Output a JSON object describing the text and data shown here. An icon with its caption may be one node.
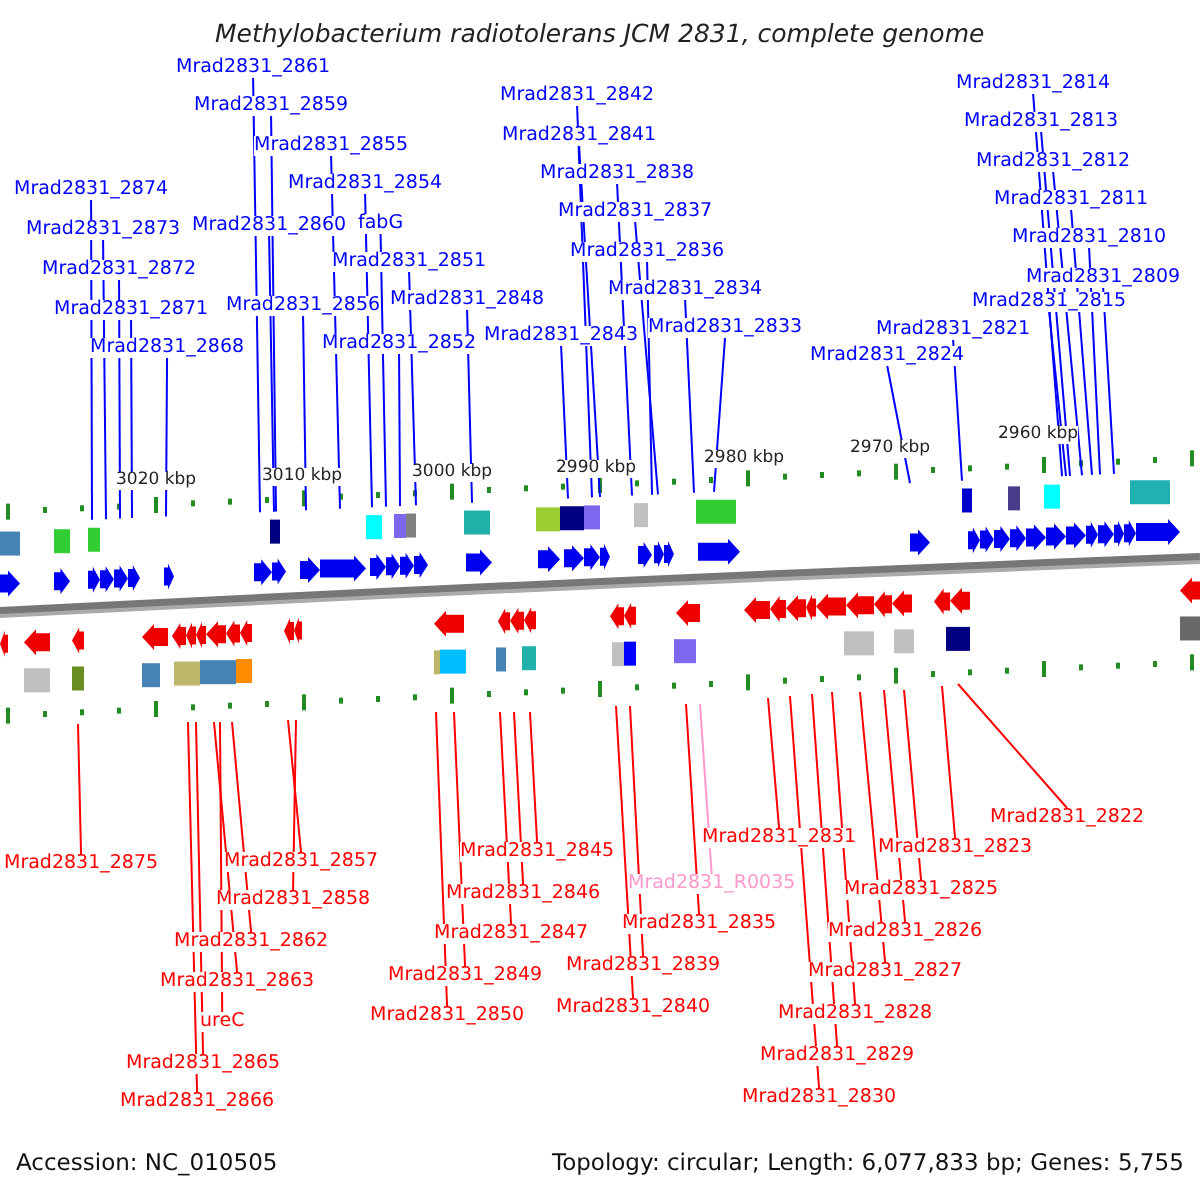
{
  "diagram": {
    "title": "Methylobacterium radiotolerans JCM 2831, complete genome",
    "nodes": [
      {
        "text": [
          "Mrad2831_2861"
        ]
      },
      {
        "text": [
          "Mrad2831_2814"
        ]
      },
      {
        "text": [
          "Mrad2831_2842"
        ]
      },
      {
        "text": [
          "Mrad2831_2859"
        ]
      },
      {
        "text": [
          "Mrad2831_2813"
        ]
      },
      {
        "text": [
          "Mrad2831_2841"
        ]
      },
      {
        "text": [
          "Mrad2831_2855"
        ]
      },
      {
        "text": [
          "Mrad2831_2812"
        ]
      },
      {
        "text": [
          "Mrad2831_2838"
        ]
      },
      {
        "text": [
          "Mrad2831_2874"
        ]
      },
      {
        "text": [
          "Mrad2831_2854"
        ]
      },
      {
        "text": [
          "Mrad2831_2811"
        ]
      },
      {
        "text": [
          "Mrad2831_2837"
        ]
      },
      {
        "text": [
          "Mrad2831_2860"
        ]
      },
      {
        "text": [
          "fabG"
        ]
      },
      {
        "text": [
          "Mrad2831_2873"
        ]
      },
      {
        "text": [
          "Mrad2831_2810"
        ]
      },
      {
        "text": [
          "Mrad2831_2836"
        ]
      },
      {
        "text": [
          "Mrad2831_2872"
        ]
      },
      {
        "text": [
          "Mrad2831_2851"
        ]
      },
      {
        "text": [
          "Mrad2831_2809"
        ]
      },
      {
        "text": [
          "Mrad2831_2834"
        ]
      },
      {
        "text": [
          "Mrad2831_2815"
        ]
      },
      {
        "text": [
          "Mrad2831_2856"
        ]
      },
      {
        "text": [
          "Mrad2831_2848"
        ]
      },
      {
        "text": [
          "Mrad2831_2871"
        ]
      },
      {
        "text": [
          "Mrad2831_2833"
        ]
      },
      {
        "text": [
          "Mrad2831_2821"
        ]
      },
      {
        "text": [
          "Mrad2831_2843"
        ]
      },
      {
        "text": [
          "Mrad2831_2852"
        ]
      },
      {
        "text": [
          "Mrad2831_2868"
        ]
      },
      {
        "text": [
          "Mrad2831_2824"
        ]
      },
      {
        "text": [
          "Mrad2831_2822"
        ]
      },
      {
        "text": [
          "Mrad2831_2831"
        ]
      },
      {
        "text": [
          "Mrad2831_2823"
        ]
      },
      {
        "text": [
          "Mrad2831_2845"
        ]
      },
      {
        "text": [
          "Mrad2831_2857"
        ]
      },
      {
        "text": [
          "Mrad2831_2875"
        ]
      },
      {
        "text": [
          "Mrad2831_R0035"
        ]
      },
      {
        "text": [
          "Mrad2831_2825"
        ]
      },
      {
        "text": [
          "Mrad2831_2846"
        ]
      },
      {
        "text": [
          "Mrad2831_2858"
        ]
      },
      {
        "text": [
          "Mrad2831_2835"
        ]
      },
      {
        "text": [
          "Mrad2831_2826"
        ]
      },
      {
        "text": [
          "Mrad2831_2847"
        ]
      },
      {
        "text": [
          "Mrad2831_2862"
        ]
      },
      {
        "text": [
          "Mrad2831_2839"
        ]
      },
      {
        "text": [
          "Mrad2831_2827"
        ]
      },
      {
        "text": [
          "Mrad2831_2849"
        ]
      },
      {
        "text": [
          "Mrad2831_2863"
        ]
      },
      {
        "text": [
          "Mrad2831_2840"
        ]
      },
      {
        "text": [
          "Mrad2831_2828"
        ]
      },
      {
        "text": [
          "Mrad2831_2850"
        ]
      },
      {
        "text": [
          "ureC"
        ]
      },
      {
        "text": [
          "Mrad2831_2829"
        ]
      },
      {
        "text": [
          "Mrad2831_2865"
        ]
      },
      {
        "text": [
          "Mrad2831_2830"
        ]
      },
      {
        "text": [
          "Mrad2831_2866"
        ]
      }
    ],
    "edges": [
      {
        "from": 0,
        "to": null,
        "arrow": "none"
      },
      {
        "from": 1,
        "to": null,
        "arrow": "none"
      },
      {
        "from": 2,
        "to": null,
        "arrow": "none"
      },
      {
        "from": 3,
        "to": null,
        "arrow": "none"
      },
      {
        "from": 4,
        "to": null,
        "arrow": "none"
      },
      {
        "from": 5,
        "to": null,
        "arrow": "none"
      },
      {
        "from": 6,
        "to": null,
        "arrow": "none"
      },
      {
        "from": 7,
        "to": null,
        "arrow": "none"
      },
      {
        "from": 8,
        "to": null,
        "arrow": "none"
      },
      {
        "from": 9,
        "to": null,
        "arrow": "none"
      },
      {
        "from": 10,
        "to": null,
        "arrow": "none"
      },
      {
        "from": 11,
        "to": null,
        "arrow": "none"
      },
      {
        "from": 12,
        "to": null,
        "arrow": "none"
      },
      {
        "from": 13,
        "to": null,
        "arrow": "none"
      },
      {
        "from": 14,
        "to": null,
        "arrow": "none"
      },
      {
        "from": 15,
        "to": null,
        "arrow": "none"
      },
      {
        "from": 16,
        "to": null,
        "arrow": "none"
      },
      {
        "from": 17,
        "to": null,
        "arrow": "none"
      },
      {
        "from": 18,
        "to": null,
        "arrow": "none"
      },
      {
        "from": 19,
        "to": null,
        "arrow": "none"
      },
      {
        "from": 20,
        "to": null,
        "arrow": "none"
      },
      {
        "from": 21,
        "to": null,
        "arrow": "none"
      },
      {
        "from": 22,
        "to": null,
        "arrow": "none"
      },
      {
        "from": 23,
        "to": null,
        "arrow": "none"
      },
      {
        "from": 24,
        "to": null,
        "arrow": "none"
      },
      {
        "from": 25,
        "to": null,
        "arrow": "none"
      },
      {
        "from": 26,
        "to": null,
        "arrow": "none"
      },
      {
        "from": 27,
        "to": null,
        "arrow": "none"
      },
      {
        "from": 28,
        "to": null,
        "arrow": "none"
      },
      {
        "from": 29,
        "to": null,
        "arrow": "none"
      },
      {
        "from": 30,
        "to": null,
        "arrow": "none"
      },
      {
        "from": 31,
        "to": null,
        "arrow": "none"
      },
      {
        "from": 32,
        "to": null,
        "arrow": "none",
        "color": "#ff0000"
      },
      {
        "from": 33,
        "to": null,
        "arrow": "none",
        "color": "#ff0000"
      },
      {
        "from": 34,
        "to": null,
        "arrow": "none",
        "color": "#ff0000"
      },
      {
        "from": 35,
        "to": null,
        "arrow": "none",
        "color": "#ff0000"
      },
      {
        "from": 36,
        "to": null,
        "arrow": "none",
        "color": "#ff0000"
      },
      {
        "from": 37,
        "to": null,
        "arrow": "none",
        "color": "#ff0000"
      },
      {
        "from": 38,
        "to": null,
        "arrow": "none",
        "color": "#ff99cc"
      },
      {
        "from": 39,
        "to": null,
        "arrow": "none",
        "color": "#ff0000"
      },
      {
        "from": 40,
        "to": null,
        "arrow": "none",
        "color": "#ff0000"
      },
      {
        "from": 41,
        "to": null,
        "arrow": "none",
        "color": "#ff0000"
      },
      {
        "from": 42,
        "to": null,
        "arrow": "none",
        "color": "#ff0000"
      },
      {
        "from": 43,
        "to": null,
        "arrow": "none",
        "color": "#ff0000"
      },
      {
        "from": 44,
        "to": null,
        "arrow": "none",
        "color": "#ff0000"
      },
      {
        "from": 45,
        "to": null,
        "arrow": "none",
        "color": "#ff0000"
      },
      {
        "from": 46,
        "to": null,
        "arrow": "none",
        "color": "#ff0000"
      },
      {
        "from": 47,
        "to": null,
        "arrow": "none",
        "color": "#ff0000"
      },
      {
        "from": 48,
        "to": null,
        "arrow": "none",
        "color": "#ff0000"
      },
      {
        "from": 49,
        "to": null,
        "arrow": "none",
        "color": "#ff0000"
      },
      {
        "from": 50,
        "to": null,
        "arrow": "none",
        "color": "#ff0000"
      },
      {
        "from": 51,
        "to": null,
        "arrow": "none",
        "color": "#ff0000"
      },
      {
        "from": 52,
        "to": null,
        "arrow": "none",
        "color": "#ff0000"
      },
      {
        "from": 53,
        "to": null,
        "arrow": "none",
        "color": "#ff0000"
      },
      {
        "from": 54,
        "to": null,
        "arrow": "none",
        "color": "#ff0000"
      },
      {
        "from": 55,
        "to": null,
        "arrow": "none",
        "color": "#ff0000"
      },
      {
        "from": 56,
        "to": null,
        "arrow": "none",
        "color": "#ff0000"
      },
      {
        "from": 57,
        "to": null,
        "arrow": "none",
        "color": "#ff0000"
      }
    ],
    "labels": [
      "3020 kbp",
      "3010 kbp",
      "3000 kbp",
      "2990 kbp",
      "2980 kbp",
      "2970 kbp",
      "2960 kbp",
      "Accession: NC_010505",
      "Topology: circular; Length: 6,077,833 bp; Genes: 5,755"
    ]
  }
}
